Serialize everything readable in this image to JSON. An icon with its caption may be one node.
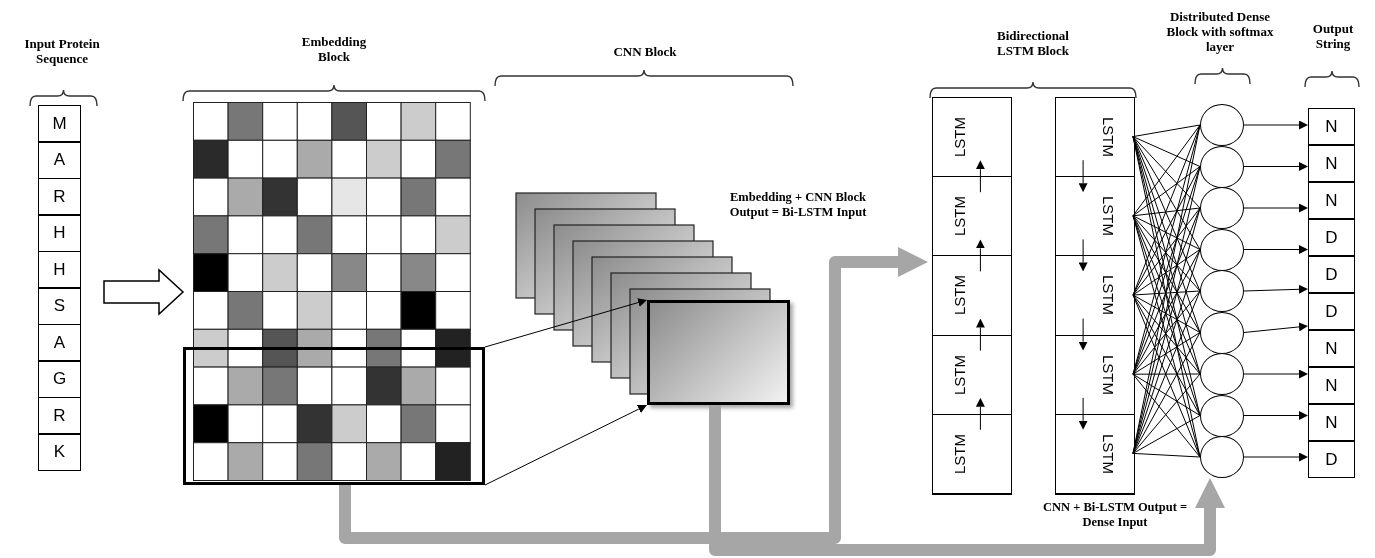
{
  "diagram": {
    "nodes": [
      {
        "text": [
          "Input Protein Sequence"
        ]
      },
      {
        "text": [
          "M"
        ],
        "in": 0
      },
      {
        "text": [
          "A"
        ],
        "in": 0
      },
      {
        "text": [
          "R"
        ],
        "in": 0
      },
      {
        "text": [
          "H"
        ],
        "in": 0
      },
      {
        "text": [
          "H"
        ],
        "in": 0
      },
      {
        "text": [
          "S"
        ],
        "in": 0
      },
      {
        "text": [
          "A"
        ],
        "in": 0
      },
      {
        "text": [
          "G"
        ],
        "in": 0
      },
      {
        "text": [
          "R"
        ],
        "in": 0
      },
      {
        "text": [
          "K"
        ],
        "in": 0
      },
      {
        "text": [
          "Embedding Block"
        ]
      },
      {
        "text": [],
        "shape": "box",
        "in": 11
      },
      {
        "text": [
          "CNN Block"
        ]
      },
      {
        "text": [],
        "shape": "box",
        "in": 13
      },
      {
        "text": [
          "Bidirectional LSTM Block"
        ]
      },
      {
        "text": [],
        "shape": "box",
        "in": 15
      },
      {
        "text": [
          "LSTM"
        ],
        "in": 16
      },
      {
        "text": [
          "LSTM"
        ],
        "in": 16
      },
      {
        "text": [
          "LSTM"
        ],
        "in": 16
      },
      {
        "text": [
          "LSTM"
        ],
        "in": 16
      },
      {
        "text": [
          "LSTM"
        ],
        "in": 16
      },
      {
        "text": [],
        "shape": "box",
        "in": 15
      },
      {
        "text": [
          "LSTM"
        ],
        "in": 22
      },
      {
        "text": [
          "LSTM"
        ],
        "in": 22
      },
      {
        "text": [
          "LSTM"
        ],
        "in": 22
      },
      {
        "text": [
          "LSTM"
        ],
        "in": 22
      },
      {
        "text": [
          "LSTM"
        ],
        "in": 22
      },
      {
        "text": [
          "Distributed Dense Block with softmax layer"
        ]
      },
      {
        "text": [],
        "shape": "circle",
        "in": 28
      },
      {
        "text": [],
        "shape": "circle",
        "in": 28
      },
      {
        "text": [],
        "shape": "circle",
        "in": 28
      },
      {
        "text": [],
        "shape": "circle",
        "in": 28
      },
      {
        "text": [],
        "shape": "circle",
        "in": 28
      },
      {
        "text": [],
        "shape": "circle",
        "in": 28
      },
      {
        "text": [],
        "shape": "circle",
        "in": 28
      },
      {
        "text": [],
        "shape": "circle",
        "in": 28
      },
      {
        "text": [],
        "shape": "circle",
        "in": 28
      },
      {
        "text": [
          "Output String"
        ]
      },
      {
        "text": [
          "N"
        ],
        "in": 38
      },
      {
        "text": [
          "N"
        ],
        "in": 38
      },
      {
        "text": [
          "N"
        ],
        "in": 38
      },
      {
        "text": [
          "D"
        ],
        "in": 38
      },
      {
        "text": [
          "D"
        ],
        "in": 38
      },
      {
        "text": [
          "D"
        ],
        "in": 38
      },
      {
        "text": [
          "N"
        ],
        "in": 38
      },
      {
        "text": [
          "N"
        ],
        "in": 38
      },
      {
        "text": [
          "N"
        ],
        "in": 38
      },
      {
        "text": [
          "D"
        ],
        "in": 38
      }
    ],
    "edges": [
      {
        "from": 0,
        "to": 11,
        "arrow": "to",
        "style": "thick"
      },
      {
        "from": 12,
        "to": 14,
        "arrow": "to"
      },
      {
        "from": 12,
        "to": 14,
        "arrow": "to"
      },
      {
        "from": 12,
        "to": 15,
        "arrow": "to",
        "style": "thick",
        "color": "#a6a6a6",
        "label": "Embedding + CNN Block Output = Bi-LSTM Input"
      },
      {
        "from": 14,
        "to": 28,
        "arrow": "to",
        "style": "thick",
        "color": "#a6a6a6",
        "label": "CNN + Bi-LSTM Output = Dense Input"
      },
      {
        "from": 21,
        "to": 20,
        "arrow": "to"
      },
      {
        "from": 20,
        "to": 19,
        "arrow": "to"
      },
      {
        "from": 19,
        "to": 18,
        "arrow": "to"
      },
      {
        "from": 18,
        "to": 17,
        "arrow": "to"
      },
      {
        "from": 23,
        "to": 24,
        "arrow": "to"
      },
      {
        "from": 24,
        "to": 25,
        "arrow": "to"
      },
      {
        "from": 25,
        "to": 26,
        "arrow": "to"
      },
      {
        "from": 26,
        "to": 27,
        "arrow": "to"
      },
      {
        "from": 23,
        "to": 29,
        "arrow": "none"
      },
      {
        "from": 23,
        "to": 30,
        "arrow": "none"
      },
      {
        "from": 23,
        "to": 31,
        "arrow": "none"
      },
      {
        "from": 23,
        "to": 32,
        "arrow": "none"
      },
      {
        "from": 23,
        "to": 33,
        "arrow": "none"
      },
      {
        "from": 23,
        "to": 34,
        "arrow": "none"
      },
      {
        "from": 23,
        "to": 35,
        "arrow": "none"
      },
      {
        "from": 23,
        "to": 36,
        "arrow": "none"
      },
      {
        "from": 23,
        "to": 37,
        "arrow": "none"
      },
      {
        "from": 24,
        "to": 29,
        "arrow": "none"
      },
      {
        "from": 24,
        "to": 30,
        "arrow": "none"
      },
      {
        "from": 24,
        "to": 31,
        "arrow": "none"
      },
      {
        "from": 24,
        "to": 32,
        "arrow": "none"
      },
      {
        "from": 24,
        "to": 33,
        "arrow": "none"
      },
      {
        "from": 24,
        "to": 34,
        "arrow": "none"
      },
      {
        "from": 24,
        "to": 35,
        "arrow": "none"
      },
      {
        "from": 24,
        "to": 36,
        "arrow": "none"
      },
      {
        "from": 24,
        "to": 37,
        "arrow": "none"
      },
      {
        "from": 25,
        "to": 29,
        "arrow": "none"
      },
      {
        "from": 25,
        "to": 30,
        "arrow": "none"
      },
      {
        "from": 25,
        "to": 31,
        "arrow": "none"
      },
      {
        "from": 25,
        "to": 32,
        "arrow": "none"
      },
      {
        "from": 25,
        "to": 33,
        "arrow": "none"
      },
      {
        "from": 25,
        "to": 34,
        "arrow": "none"
      },
      {
        "from": 25,
        "to": 35,
        "arrow": "none"
      },
      {
        "from": 25,
        "to": 36,
        "arrow": "none"
      },
      {
        "from": 25,
        "to": 37,
        "arrow": "none"
      },
      {
        "from": 26,
        "to": 29,
        "arrow": "none"
      },
      {
        "from": 26,
        "to": 30,
        "arrow": "none"
      },
      {
        "from": 26,
        "to": 31,
        "arrow": "none"
      },
      {
        "from": 26,
        "to": 32,
        "arrow": "none"
      },
      {
        "from": 26,
        "to": 33,
        "arrow": "none"
      },
      {
        "from": 26,
        "to": 34,
        "arrow": "none"
      },
      {
        "from": 26,
        "to": 35,
        "arrow": "none"
      },
      {
        "from": 26,
        "to": 36,
        "arrow": "none"
      },
      {
        "from": 26,
        "to": 37,
        "arrow": "none"
      },
      {
        "from": 27,
        "to": 29,
        "arrow": "none"
      },
      {
        "from": 27,
        "to": 30,
        "arrow": "none"
      },
      {
        "from": 27,
        "to": 31,
        "arrow": "none"
      },
      {
        "from": 27,
        "to": 32,
        "arrow": "none"
      },
      {
        "from": 27,
        "to": 33,
        "arrow": "none"
      },
      {
        "from": 27,
        "to": 34,
        "arrow": "none"
      },
      {
        "from": 27,
        "to": 35,
        "arrow": "none"
      },
      {
        "from": 27,
        "to": 36,
        "arrow": "none"
      },
      {
        "from": 27,
        "to": 37,
        "arrow": "none"
      },
      {
        "from": 29,
        "to": 39,
        "arrow": "to"
      },
      {
        "from": 30,
        "to": 40,
        "arrow": "to"
      },
      {
        "from": 31,
        "to": 41,
        "arrow": "to"
      },
      {
        "from": 32,
        "to": 42,
        "arrow": "to"
      },
      {
        "from": 33,
        "to": 43,
        "arrow": "to"
      },
      {
        "from": 34,
        "to": 44,
        "arrow": "to"
      },
      {
        "from": 35,
        "to": 46,
        "arrow": "to"
      },
      {
        "from": 36,
        "to": 47,
        "arrow": "to"
      },
      {
        "from": 37,
        "to": 48,
        "arrow": "to"
      }
    ]
  }
}
